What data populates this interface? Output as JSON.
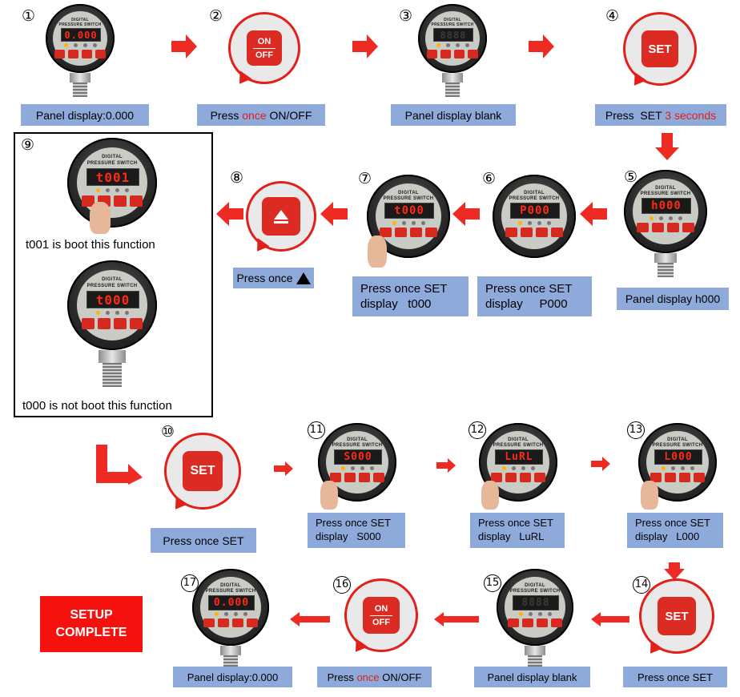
{
  "steps": {
    "s1": {
      "num": "①",
      "label": "Panel display:0.000",
      "display": "0.000"
    },
    "s2": {
      "num": "②",
      "label_pre": "Press ",
      "label_red": "once",
      "label_post": " ON/OFF",
      "key_top": "ON",
      "key_bottom": "OFF"
    },
    "s3": {
      "num": "③",
      "label": "Panel display blank",
      "display": "8888"
    },
    "s4": {
      "num": "④",
      "label_pre": "Press  SET ",
      "label_red": "3 seconds",
      "key": "SET"
    },
    "s5": {
      "num": "⑤",
      "label": "Panel display h000",
      "display": "h000"
    },
    "s6": {
      "num": "⑥",
      "label_line1": "Press once SET",
      "label_line2": "display     P000",
      "display": "P000"
    },
    "s7": {
      "num": "⑦",
      "label_line1": "Press once SET",
      "label_line2": "display   t000",
      "display": "t000"
    },
    "s8": {
      "num": "⑧",
      "label": "Press once"
    },
    "s9": {
      "num": "⑨",
      "display_a": "t001",
      "caption_a": "t001 is boot this function",
      "display_b": "t000",
      "caption_b": "t000 is not boot this function"
    },
    "s10": {
      "num": "⑩",
      "label": "Press  once SET",
      "key": "SET"
    },
    "s11": {
      "num": "11",
      "label_line1": "Press once SET",
      "label_line2": "display   S000",
      "display": "S000"
    },
    "s12": {
      "num": "12",
      "label_line1": "Press once SET",
      "label_line2": "display   LuRL",
      "display": "LuRL"
    },
    "s13": {
      "num": "13",
      "label_line1": "Press once SET",
      "label_line2": "display   L000",
      "display": "L000"
    },
    "s14": {
      "num": "14",
      "label": "Press  once SET",
      "key": "SET"
    },
    "s15": {
      "num": "15",
      "label": "Panel display blank",
      "display": "8888"
    },
    "s16": {
      "num": "16",
      "label_pre": "Press ",
      "label_red": "once",
      "label_post": " ON/OFF",
      "key_top": "ON",
      "key_bottom": "OFF"
    },
    "s17": {
      "num": "17",
      "label": "Panel display:0.000",
      "display": "0.000"
    }
  },
  "gauge_text": {
    "title1": "DIGITAL",
    "title2": "PRESSURE SWITCH"
  },
  "setup_complete": {
    "line1": "SETUP",
    "line2": "COMPLETE"
  },
  "colors": {
    "label_bg": "#8eaadb",
    "arrow": "#ee2b22",
    "highlight": "#e0201a",
    "setup_bg": "#f4110e"
  }
}
